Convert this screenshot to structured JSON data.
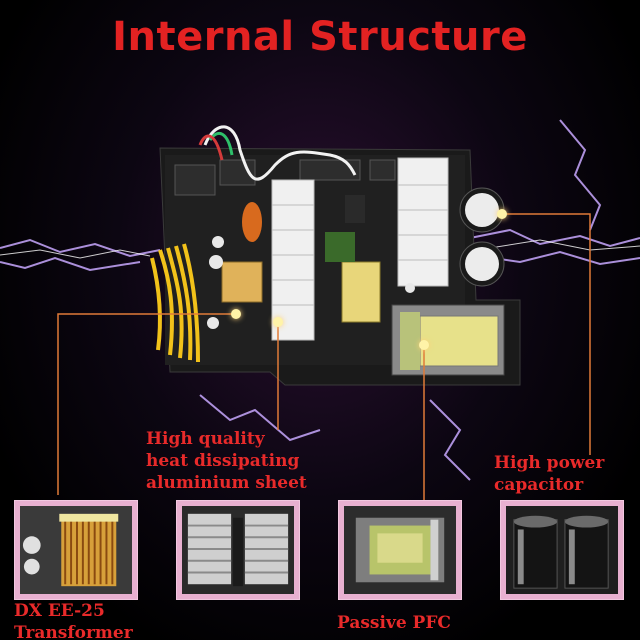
{
  "title": "Internal Structure",
  "labels": {
    "heatsink": [
      "High quality",
      "heat dissipating",
      "aluminium sheet"
    ],
    "capacitor": [
      "High power",
      "capacitor"
    ],
    "transformer": [
      "DX EE-25",
      "Transformer"
    ],
    "pfc": "Passive PFC"
  },
  "colors": {
    "title": "#e32222",
    "label": "#e82a2a",
    "callout_line": "#e07a38",
    "thumb_border": "#e8b0d0",
    "lightning": "#c8a8ff",
    "background": "#000000"
  }
}
